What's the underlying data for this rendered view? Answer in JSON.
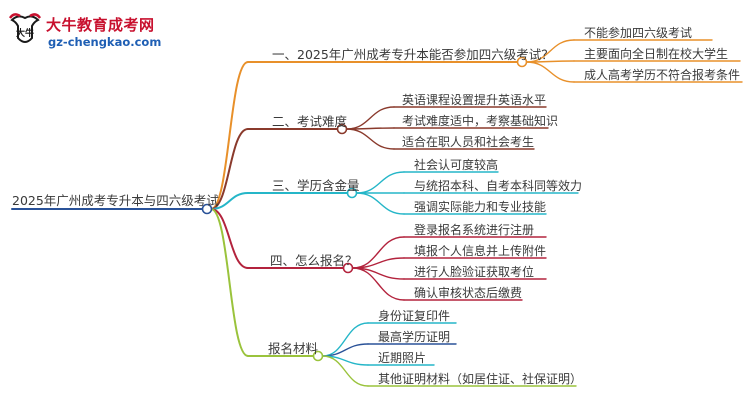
{
  "logo": {
    "title": "大牛教育成考网",
    "url": "gz-chengkao.com",
    "mark_text": "大牛",
    "brand_color": "#c8102e",
    "url_color": "#1f5fb4"
  },
  "root": {
    "label": "2025年广州成考专升本与四六级考试"
  },
  "branches": [
    {
      "label": "一、2025年广州成考专升本能否参加四六级考试？",
      "color": "#e8902a",
      "leaves": [
        "不能参加四六级考试",
        "主要面向全日制在校大学生",
        "成人高考学历不符合报考条件"
      ]
    },
    {
      "label": "二、考试难度",
      "color": "#8a3a2c",
      "leaves": [
        "英语课程设置提升英语水平",
        "考试难度适中，考察基础知识",
        "适合在职人员和社会考生"
      ]
    },
    {
      "label": "三、学历含金量",
      "color": "#25b6c8",
      "leaves": [
        "社会认可度较高",
        "与统招本科、自考本科同等效力",
        "强调实际能力和专业技能"
      ]
    },
    {
      "label": "四、怎么报名？",
      "color": "#b3233d",
      "leaves": [
        "登录报名系统进行注册",
        "填报个人信息并上传附件",
        "进行人脸验证获取考位",
        "确认审核状态后缴费"
      ]
    },
    {
      "label": "报名材料",
      "color": "#9ac33c",
      "leaves": [
        "身份证复印件",
        "最高学历证明",
        "近期照片",
        "其他证明材料（如居住证、社保证明）"
      ]
    }
  ],
  "colors": {
    "root_line": "#2a5298",
    "leaf_colors": [
      [
        "#e8902a",
        "#e8902a",
        "#e8902a"
      ],
      [
        "#8a3a2c",
        "#8a3a2c",
        "#8a3a2c"
      ],
      [
        "#25b6c8",
        "#25b6c8",
        "#25b6c8"
      ],
      [
        "#b3233d",
        "#b3233d",
        "#b3233d",
        "#b3233d"
      ],
      [
        "#25b6c8",
        "#2a5298",
        "#25b6c8",
        "#9ac33c"
      ]
    ]
  }
}
